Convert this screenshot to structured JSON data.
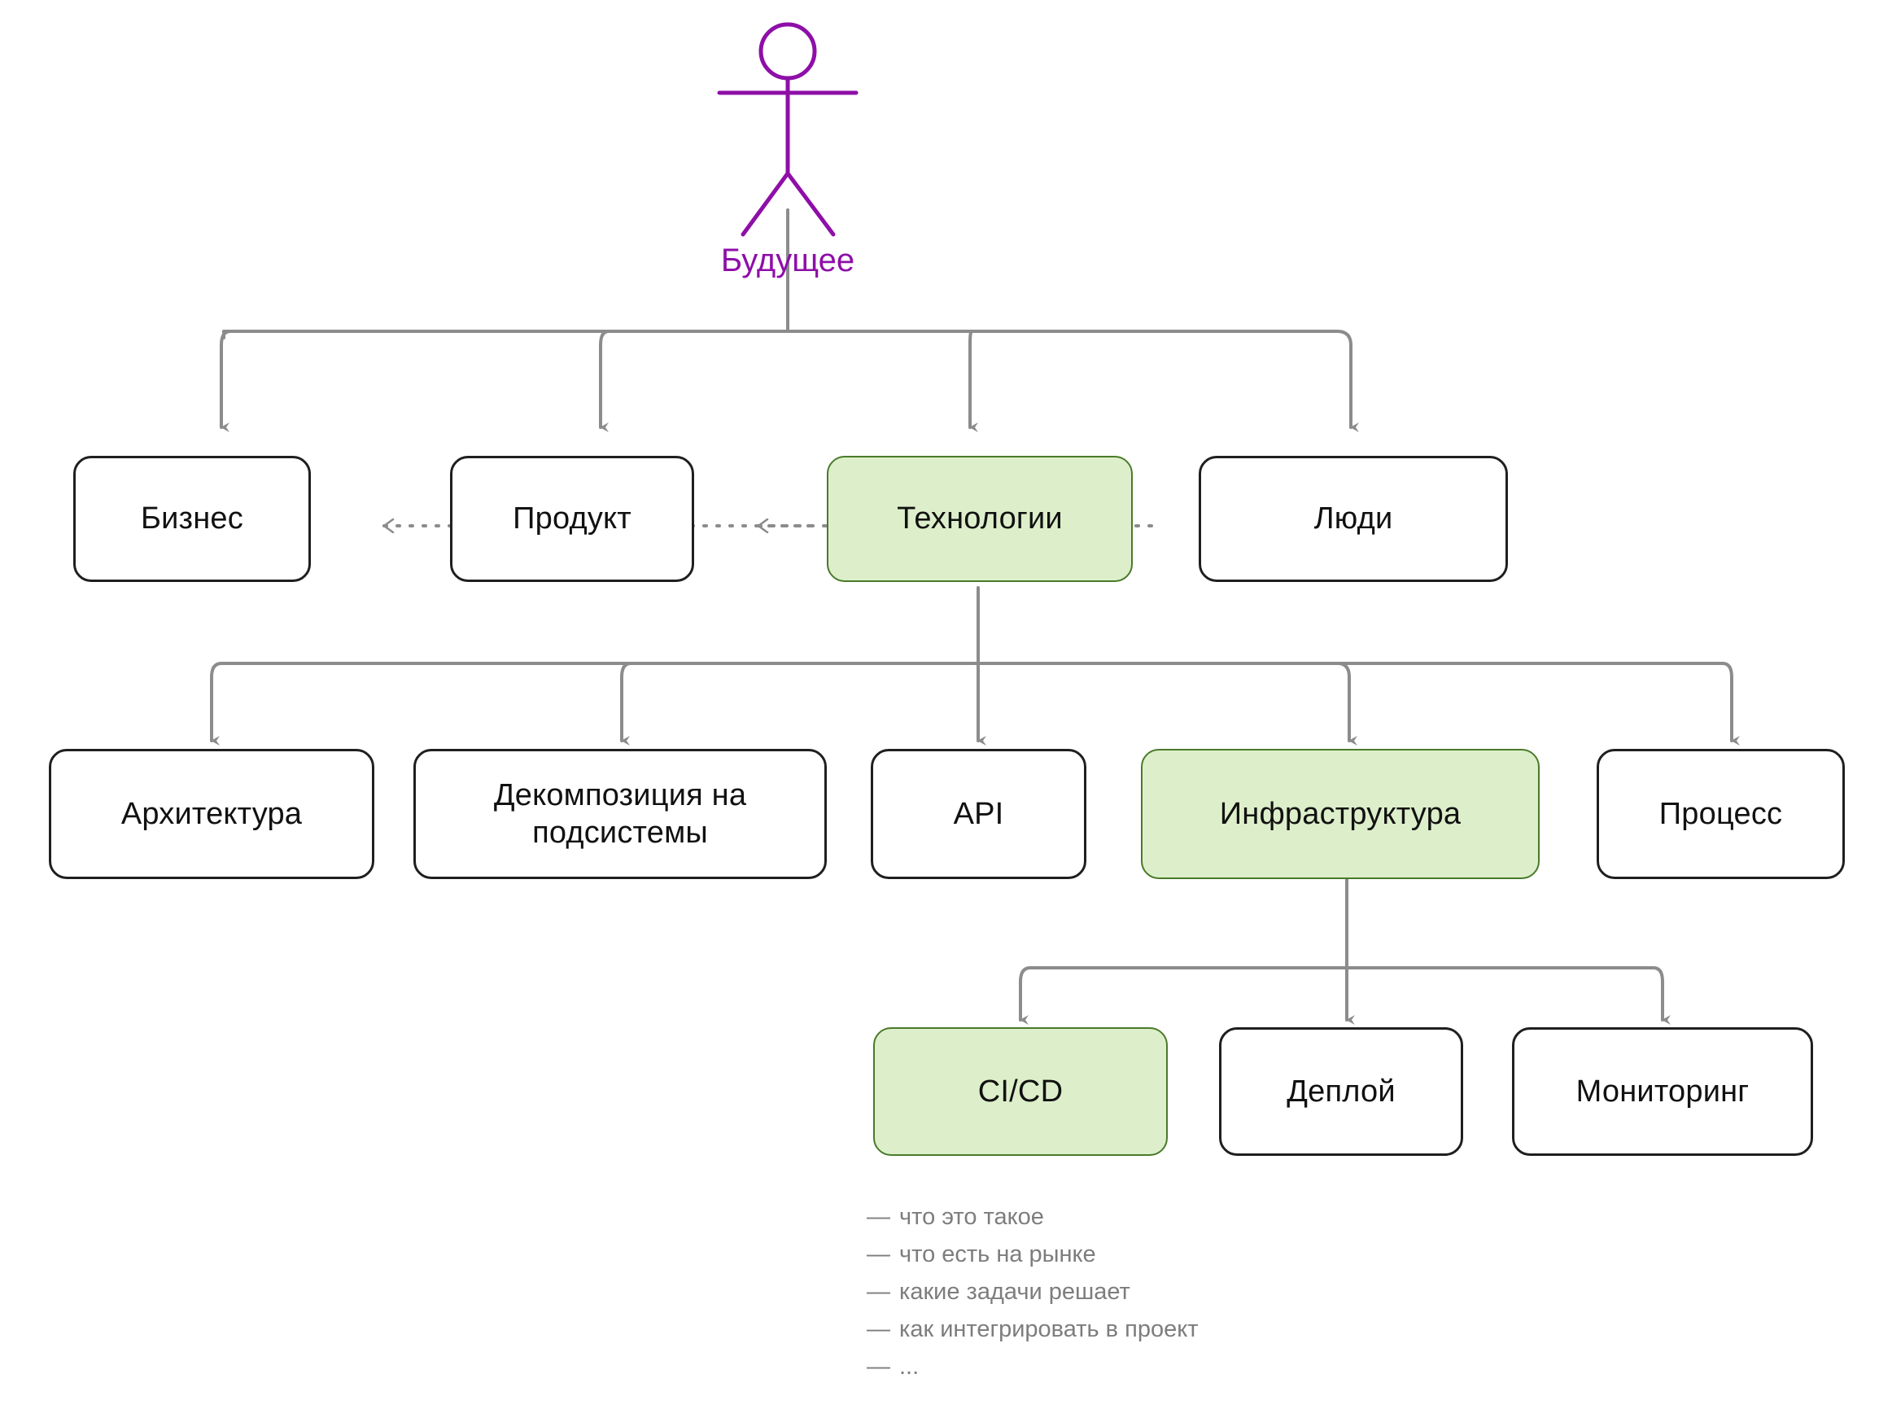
{
  "diagram": {
    "title_actor": "Будущее",
    "accent_actor_color": "#8e0fa8",
    "connector_color": "#8c8c8c",
    "node_border_color": "#1f1f1f",
    "node_fill_default": "#ffffff",
    "node_fill_highlight": "#ddefca",
    "node_border_highlight": "#4a7a2a",
    "bullet_text_color": "#7d7d7d"
  },
  "actor": {
    "name": "actor-future",
    "label": "Будущее"
  },
  "level1": {
    "nodes": [
      {
        "id": "business",
        "label": "Бизнес",
        "highlight": false
      },
      {
        "id": "product",
        "label": "Продукт",
        "highlight": false
      },
      {
        "id": "technology",
        "label": "Технологии",
        "highlight": true
      },
      {
        "id": "people",
        "label": "Люди",
        "highlight": false
      }
    ]
  },
  "level2": {
    "nodes": [
      {
        "id": "architecture",
        "label": "Архитектура",
        "highlight": false
      },
      {
        "id": "decomposition",
        "label": "Декомпозиция на подсистемы",
        "highlight": false
      },
      {
        "id": "api",
        "label": "API",
        "highlight": false
      },
      {
        "id": "infrastructure",
        "label": "Инфраструктура",
        "highlight": true
      },
      {
        "id": "process",
        "label": "Процесс",
        "highlight": false
      }
    ]
  },
  "level3": {
    "nodes": [
      {
        "id": "cicd",
        "label": "CI/CD",
        "highlight": true
      },
      {
        "id": "deploy",
        "label": "Деплой",
        "highlight": false
      },
      {
        "id": "monitoring",
        "label": "Мониторинг",
        "highlight": false
      }
    ]
  },
  "notes": {
    "dash": "—",
    "items": [
      "что это такое",
      "что есть на рынке",
      "какие задачи решает",
      "как интегрировать в проект",
      "..."
    ]
  }
}
